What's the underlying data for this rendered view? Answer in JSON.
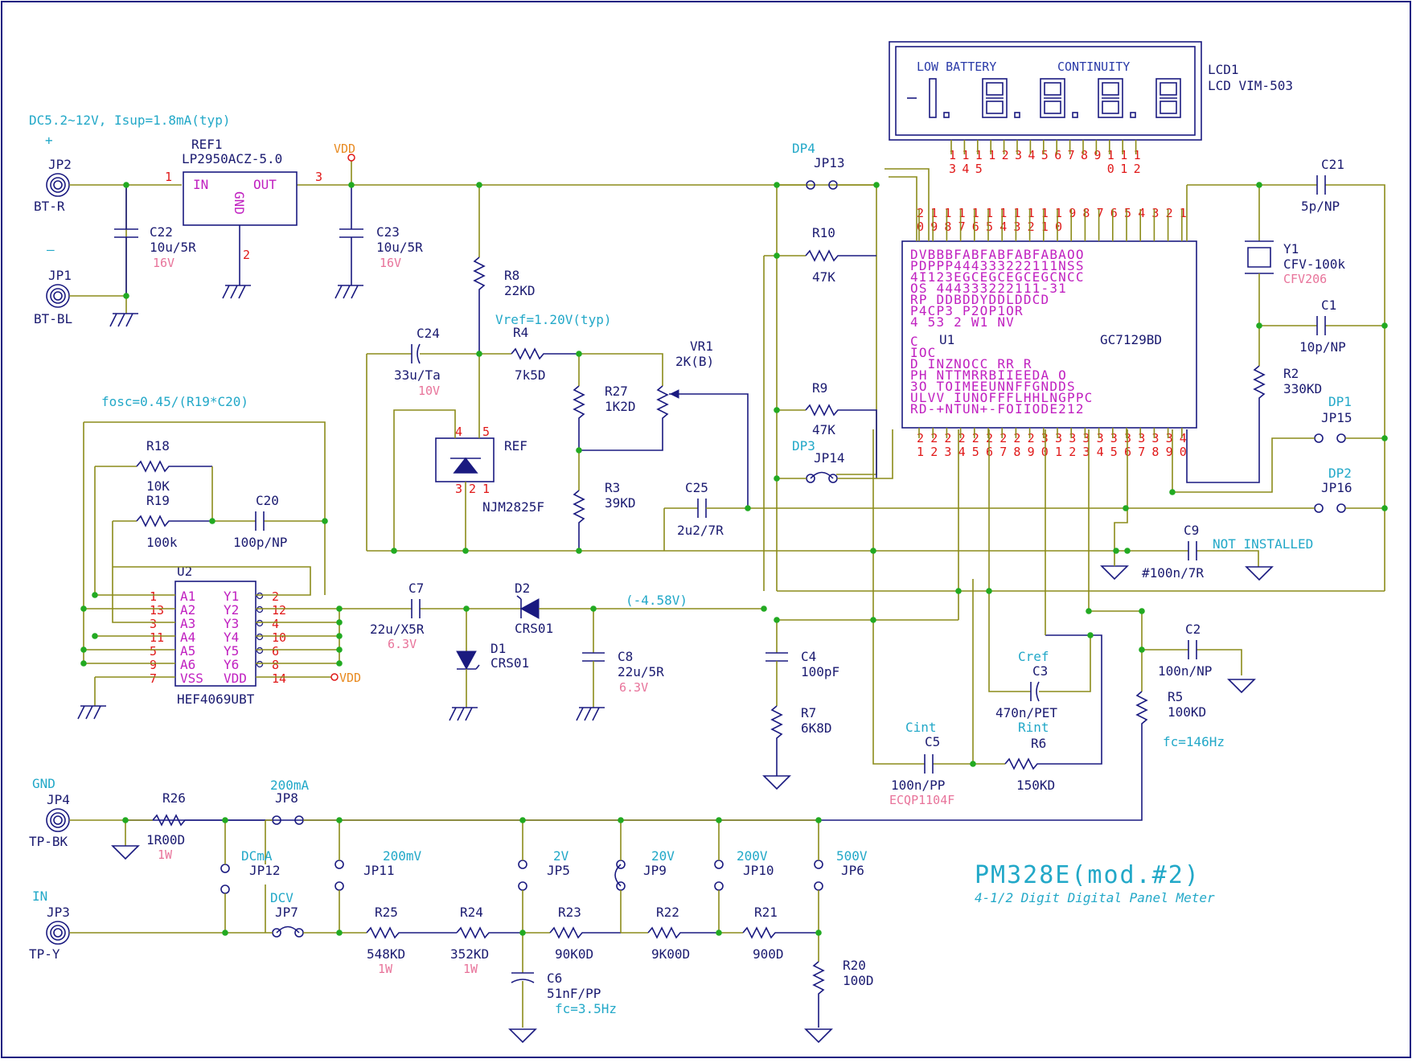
{
  "colors": {
    "wire": "#8c8c1a",
    "part": "#1a1a80",
    "junction": "#22aa22",
    "note": "#22a8c8",
    "spec": "#e8739a",
    "pin": "#e01818",
    "ic_text": "#c020c0",
    "vdd": "#e88a20"
  },
  "notes": {
    "supply": "DC5.2~12V, Isup=1.8mA(typ)",
    "plus": "+",
    "minus": "—",
    "vref": "Vref=1.20V(typ)",
    "fosc": "fosc=0.45/(R19*C20)",
    "neg": "(-4.58V)",
    "fc146": "fc=146Hz",
    "fc35": "fc=3.5Hz",
    "not_installed": "NOT INSTALLED",
    "gnd": "GND",
    "in": "IN",
    "cref": "Cref",
    "cint": "Cint",
    "rint": "Rint"
  },
  "title": {
    "main": "PM328E(mod.#2)",
    "sub": "4-1/2 Digit Digital Panel Meter"
  },
  "lcd": {
    "ref": "LCD1",
    "part": "LCD VIM-503",
    "ann1": "LOW BATTERY",
    "ann2": "CONTINUITY",
    "top_pins": [
      "13",
      "14",
      "15",
      "1",
      "2",
      "3",
      "4",
      "5",
      "6",
      "7",
      "8",
      "9",
      "10",
      "11",
      "12"
    ]
  },
  "u1": {
    "ref": "U1",
    "part": "GC7129BD",
    "top_pins": [
      "20",
      "19",
      "18",
      "17",
      "16",
      "15",
      "14",
      "13",
      "12",
      "11",
      "10",
      "9",
      "8",
      "7",
      "6",
      "5",
      "4",
      "3",
      "2",
      "1"
    ],
    "bot_pins": [
      "21",
      "22",
      "23",
      "24",
      "25",
      "26",
      "27",
      "28",
      "29",
      "30",
      "31",
      "32",
      "33",
      "34",
      "35",
      "36",
      "37",
      "38",
      "39",
      "40"
    ],
    "top_rows": [
      "DVBBBFABFABFABFABAOO",
      "PDPPP444333222111NSS",
      "4I123EGCEGCEGCEGCNCC",
      "OS     444333222111-31",
      "RP     DDBDDYDDLDDCD",
      "       P4CP3  P2OP1OR",
      "       4  53   2  W1  NV"
    ],
    "bot_rows": [
      "        C",
      "      IOC",
      "D    INZNOCC     RR  R",
      "PH    NTTMRRBIIEEDA  O",
      "3O    TOIMEEUNNFFGNDDS",
      "ULVV  IUNOFFFLHHLNGPPC",
      "RD-+NTUN+-FOIIODE212"
    ]
  },
  "u2": {
    "ref": "U2",
    "part": "HEF4069UBT",
    "left_labels": [
      "A1",
      "A2",
      "A3",
      "A4",
      "A5",
      "A6",
      "VSS"
    ],
    "left_pins": [
      "1",
      "13",
      "3",
      "11",
      "5",
      "9",
      "7"
    ],
    "right_labels": [
      "Y1",
      "Y2",
      "Y3",
      "Y4",
      "Y5",
      "Y6",
      "VDD"
    ],
    "right_pins": [
      "2",
      "12",
      "4",
      "10",
      "6",
      "8",
      "14"
    ]
  },
  "ref1": {
    "ref": "REF1",
    "part": "LP2950ACZ-5.0",
    "in": "IN",
    "out": "OUT",
    "gnd": "GND",
    "pin1": "1",
    "pin2": "2",
    "pin3": "3"
  },
  "ref": {
    "ref": "REF",
    "part": "NJM2825F",
    "p4": "4",
    "p5": "5",
    "p3": "3",
    "p2": "2",
    "p1": "1"
  },
  "vdd": "VDD",
  "jp": {
    "jp2": {
      "ref": "JP2",
      "label": "BT-R"
    },
    "jp1": {
      "ref": "JP1",
      "label": "BT-BL"
    },
    "jp4": {
      "ref": "JP4",
      "label": "TP-BK"
    },
    "jp3": {
      "ref": "JP3",
      "label": "TP-Y"
    },
    "jp13": {
      "ref": "JP13",
      "name": "DP4"
    },
    "jp14": {
      "ref": "JP14",
      "name": "DP3"
    },
    "jp15": {
      "ref": "JP15",
      "name": "DP1"
    },
    "jp16": {
      "ref": "JP16",
      "name": "DP2"
    },
    "jp8": {
      "ref": "JP8",
      "name": "200mA"
    },
    "jp12": {
      "ref": "JP12",
      "name": "DCmA"
    },
    "jp7": {
      "ref": "JP7",
      "name": "DCV"
    },
    "jp11": {
      "ref": "JP11",
      "name": "200mV"
    },
    "jp5": {
      "ref": "JP5",
      "name": "2V"
    },
    "jp9": {
      "ref": "JP9",
      "name": "20V"
    },
    "jp10": {
      "ref": "JP10",
      "name": "200V"
    },
    "jp6": {
      "ref": "JP6",
      "name": "500V"
    }
  },
  "parts": {
    "c22": {
      "ref": "C22",
      "val": "10u/5R",
      "spec": "16V"
    },
    "c23": {
      "ref": "C23",
      "val": "10u/5R",
      "spec": "16V"
    },
    "r8": {
      "ref": "R8",
      "val": "22KD"
    },
    "c24": {
      "ref": "C24",
      "val": "33u/Ta",
      "spec": "10V"
    },
    "r4": {
      "ref": "R4",
      "val": "7k5D"
    },
    "vr1": {
      "ref": "VR1",
      "val": "2K(B)"
    },
    "r27": {
      "ref": "R27",
      "val": "1K2D"
    },
    "r3": {
      "ref": "R3",
      "val": "39KD"
    },
    "c25": {
      "ref": "C25",
      "val": "2u2/7R"
    },
    "r10": {
      "ref": "R10",
      "val": "47K"
    },
    "r9": {
      "ref": "R9",
      "val": "47K"
    },
    "r18": {
      "ref": "R18",
      "val": "10K"
    },
    "r19": {
      "ref": "R19",
      "val": "100k"
    },
    "c20": {
      "ref": "C20",
      "val": "100p/NP"
    },
    "c7": {
      "ref": "C7",
      "val": "22u/X5R",
      "spec": "6.3V"
    },
    "d2": {
      "ref": "D2",
      "val": "CRS01"
    },
    "d1": {
      "ref": "D1",
      "val": "CRS01"
    },
    "c8": {
      "ref": "C8",
      "val": "22u/5R",
      "spec": "6.3V"
    },
    "c4": {
      "ref": "C4",
      "val": "100pF"
    },
    "r7": {
      "ref": "R7",
      "val": "6K8D"
    },
    "c5": {
      "ref": "C5",
      "val": "100n/PP",
      "spec": "ECQP1104F"
    },
    "r6": {
      "ref": "R6",
      "val": "150KD"
    },
    "c3": {
      "ref": "C3",
      "val": "470n/PET"
    },
    "c9": {
      "ref": "C9",
      "val": "#100n/7R"
    },
    "c2": {
      "ref": "C2",
      "val": "100n/NP"
    },
    "r5": {
      "ref": "R5",
      "val": "100KD"
    },
    "c21": {
      "ref": "C21",
      "val": "5p/NP"
    },
    "y1": {
      "ref": "Y1",
      "val": "CFV-100k",
      "spec": "CFV206"
    },
    "c1": {
      "ref": "C1",
      "val": "10p/NP"
    },
    "r2": {
      "ref": "R2",
      "val": "330KD"
    },
    "r26": {
      "ref": "R26",
      "val": "1R00D",
      "spec": "1W"
    },
    "r25": {
      "ref": "R25",
      "val": "548KD",
      "spec": "1W"
    },
    "r24": {
      "ref": "R24",
      "val": "352KD",
      "spec": "1W"
    },
    "r23": {
      "ref": "R23",
      "val": "90K0D"
    },
    "r22": {
      "ref": "R22",
      "val": "9K00D"
    },
    "r21": {
      "ref": "R21",
      "val": "900D"
    },
    "r20": {
      "ref": "R20",
      "val": "100D"
    },
    "c6": {
      "ref": "C6",
      "val": "51nF/PP",
      "spec": "fc=3.5Hz"
    }
  }
}
